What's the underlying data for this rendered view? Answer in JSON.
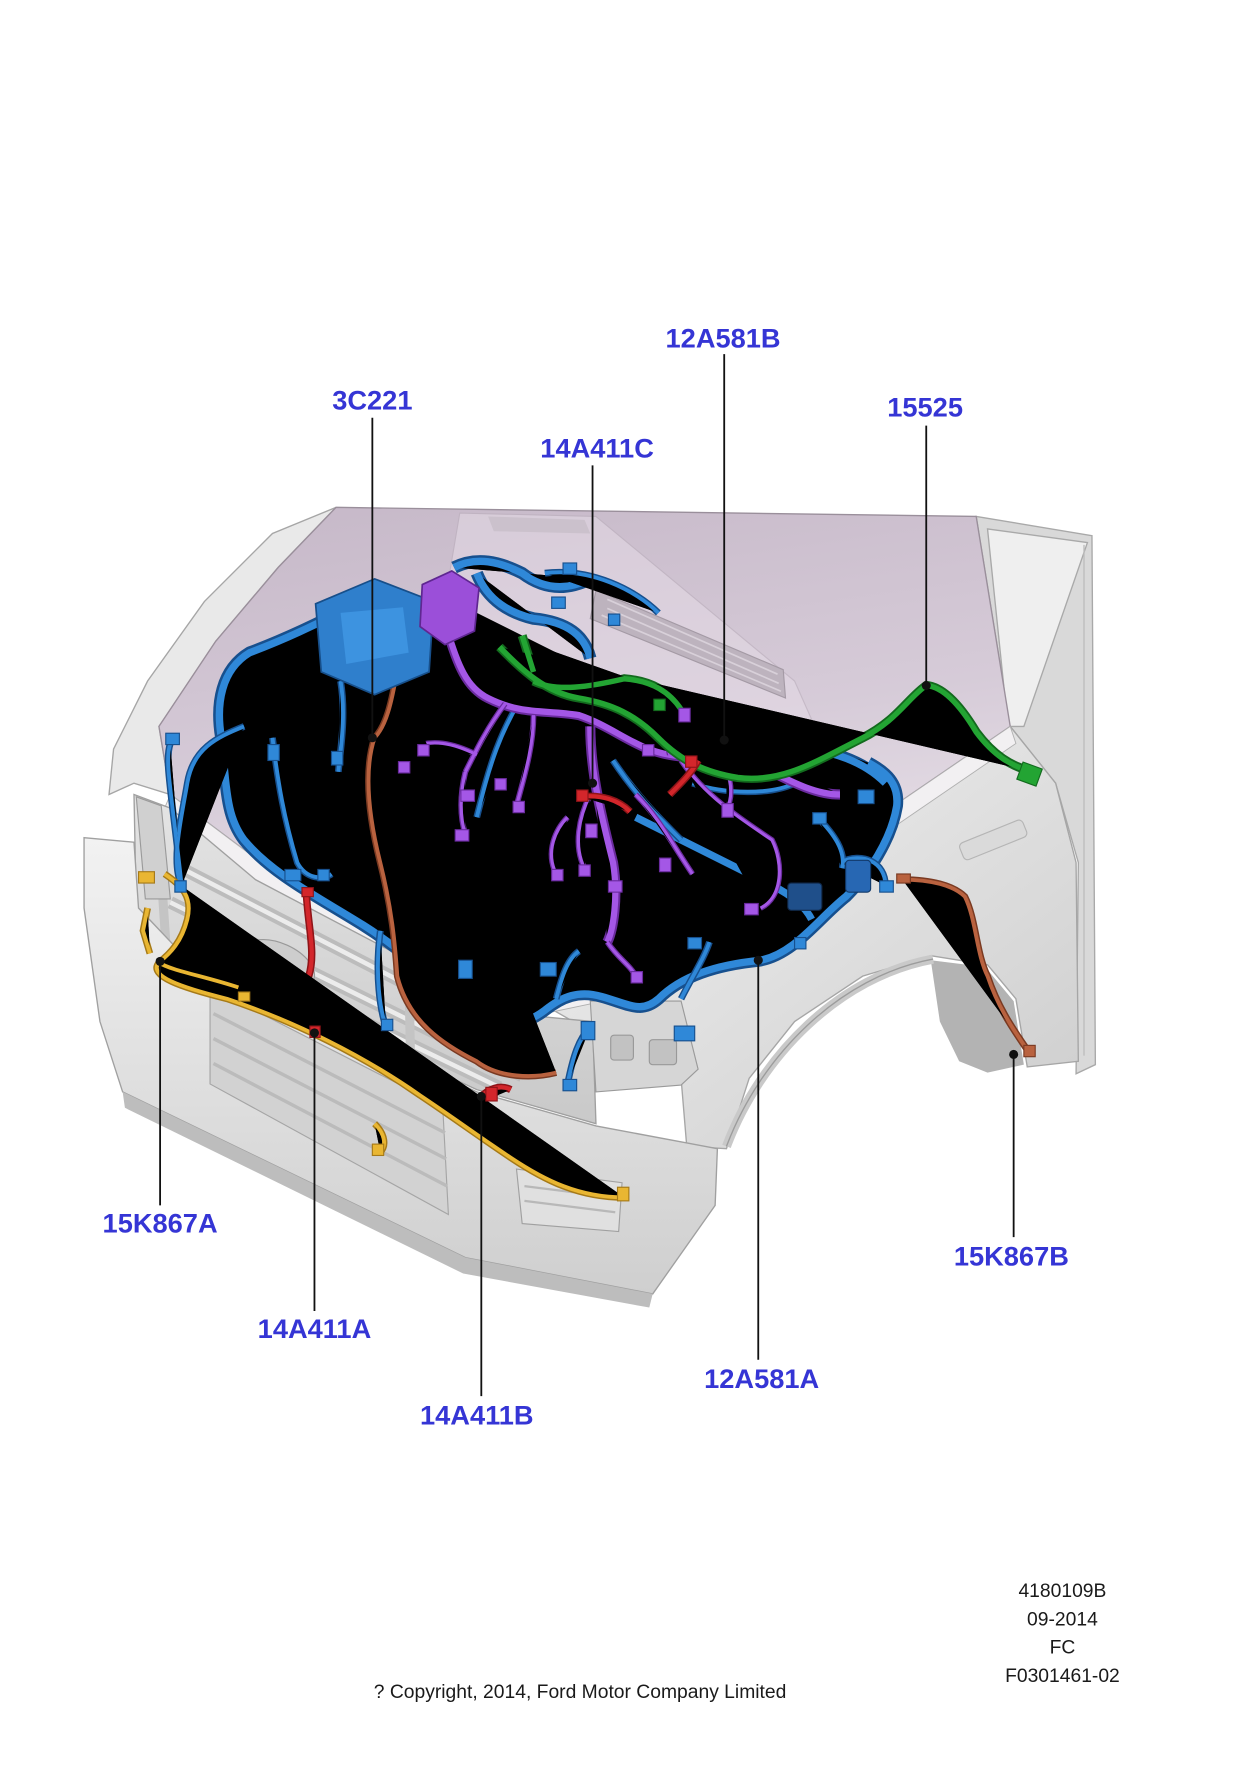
{
  "callouts": [
    "3C221",
    "12A581B",
    "14A411C",
    "15525",
    "15K867A",
    "14A411A",
    "14A411B",
    "12A581A",
    "15K867B"
  ],
  "footer": {
    "part_ref": "4180109B",
    "date": "09-2014",
    "code": "FC",
    "figure_id": "F0301461-02",
    "copyright": "? Copyright, 2014, Ford Motor Company Limited"
  },
  "colors": {
    "callout_label": "#3535d5",
    "harness_blue": "#2f88d8",
    "harness_purple": "#a457e6",
    "harness_green": "#23a433",
    "harness_red": "#d3262b",
    "harness_brown": "#b9623f",
    "harness_yellow": "#e9b632",
    "hood_tint": "#d4c8d6",
    "body_gray": "#e4e4e4"
  }
}
